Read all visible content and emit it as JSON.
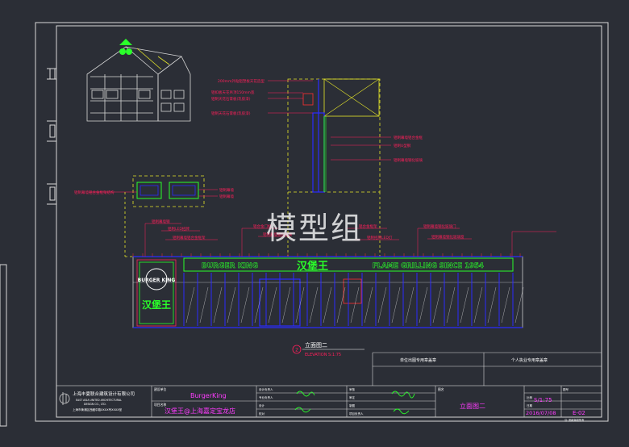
{
  "watermark": "模型组",
  "colors": {
    "background": "#2b2e36",
    "frame": "#d8d8d8",
    "annotation": "#ff1f5a",
    "dimension": "#ff3030",
    "structure": "#2b2bff",
    "leader_yellow": "#e6e62a",
    "green": "#2aff2a",
    "cyan": "#00e6e6",
    "magenta": "#ff3cff",
    "title_text": "#ffffff"
  },
  "drawing": {
    "elevation_title": "立面图二",
    "elevation_subtitle": "ELEVATION  S:1:75",
    "elevation_marker": "2",
    "signage_left": "BURGER KING",
    "signage_cn": "汉堡王",
    "signage_right": "FLAME GRILLING SINCE 1954",
    "logo_text": "BURGER KING",
    "logo_sub": "汉堡王",
    "labels_detail": [
      "200mm外贴铝塑板天花造型",
      "铝扣板天花吊顶150mm宽",
      "铝制天花石膏板(乳胶漆)",
      "铝制天花石膏板(乳胶漆)"
    ],
    "labels_right": [
      "铝制幕墙铝合金框",
      "铝制U型钢",
      "铝制幕墙钢化玻璃"
    ],
    "labels_plan_left": "铝制幕墙铝合金框架结构",
    "labels_plan_right": [
      "铝制幕墙",
      "铝制幕墙"
    ],
    "labels_elev": [
      "铝制幕墙钢",
      "铝制LED招牌",
      "铝制幕墙铝合金框架",
      "铝合金门框",
      "铝制幕墙钢化玻璃",
      "铝合金框架",
      "铝制招牌LED灯",
      "铝制幕墙钢化玻璃门",
      "铝制幕墙钢化玻璃窗"
    ]
  },
  "title_block": {
    "firm_cn": "上海丰夏联合建筑设计有限公司",
    "firm_en_1": "EAST ASIA UNITED ARCHITECTURAL",
    "firm_en_2": "DESIGN CO., LTD.",
    "firm_addr": "上海市黄浦区西藏中路XXXX号XXXX室",
    "client_label": "建设单位",
    "client": "BurgerKing",
    "project_label": "项目名称",
    "project": "汉堡王@上海嘉定宝龙店",
    "seal_unit": "单位出图专用章盖章",
    "seal_personal": "个人执业专用章盖章",
    "drawing_name_label": "图名",
    "drawing_name": "立面图二",
    "scale_label": "比例",
    "scale": "S/1:75",
    "date_label": "日期",
    "date": "2016/07/08",
    "sheet_label": "图号",
    "sheet": "E-02",
    "note": "注: 图纸版权所有",
    "roles": [
      "设计负责人",
      "专业负责人",
      "设计",
      "校对",
      "审核",
      "审定",
      "制图",
      "项目负责人"
    ]
  }
}
